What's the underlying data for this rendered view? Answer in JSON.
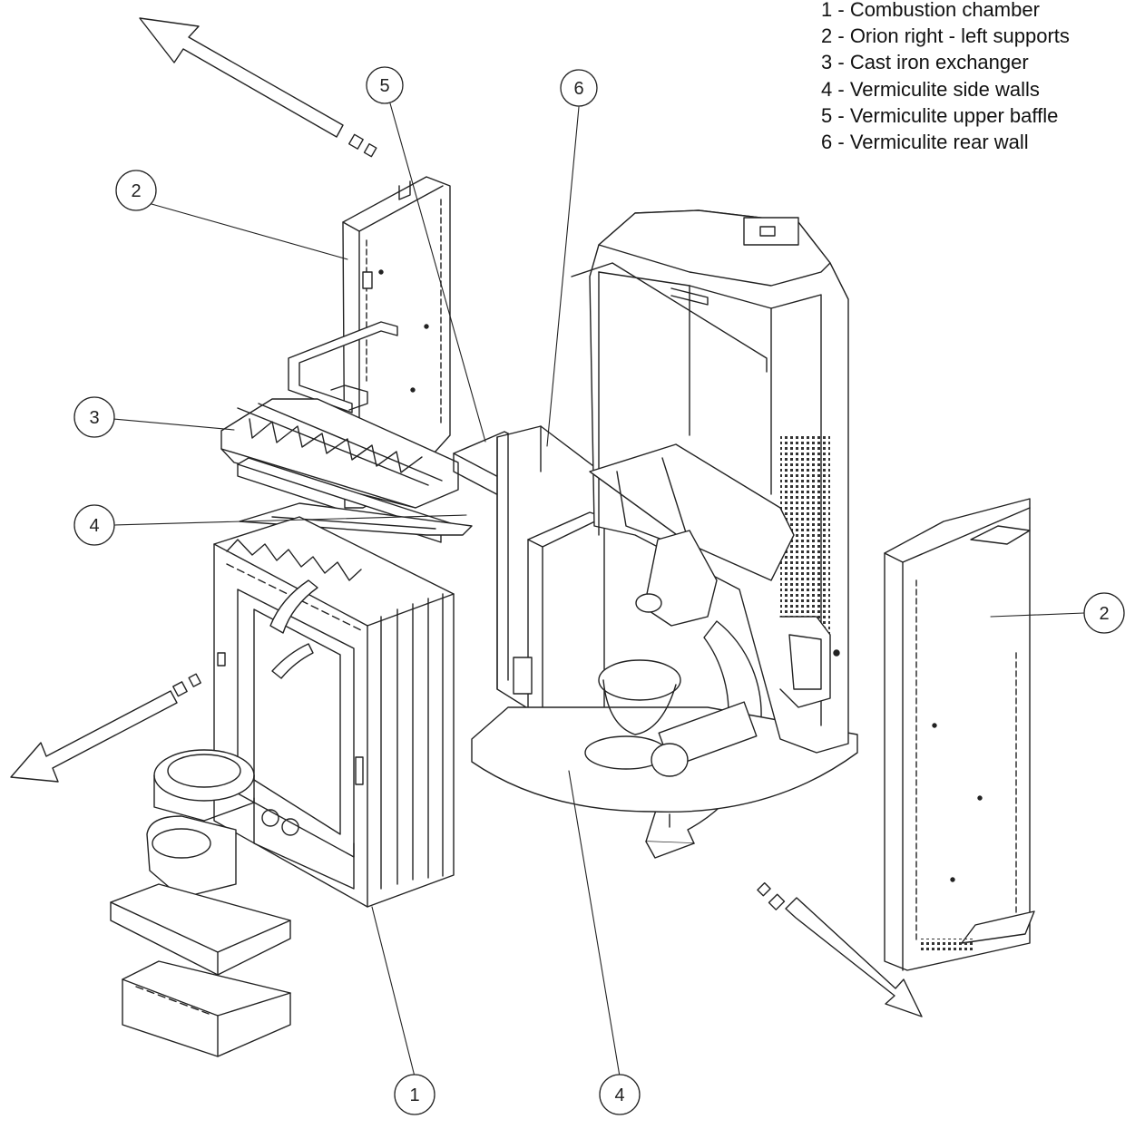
{
  "legend": [
    {
      "num": "1",
      "text": "Combustion chamber"
    },
    {
      "num": "2",
      "text": "Orion right - left supports"
    },
    {
      "num": "3",
      "text": "Cast iron exchanger"
    },
    {
      "num": "4",
      "text": "Vermiculite side walls"
    },
    {
      "num": "5",
      "text": "Vermiculite upper baffle"
    },
    {
      "num": "6",
      "text": "Vermiculite rear wall"
    }
  ],
  "callouts": {
    "c1": "1",
    "c2a": "2",
    "c2b": "2",
    "c3": "3",
    "c4a": "4",
    "c4b": "4",
    "c5": "5",
    "c6": "6"
  },
  "separator": " - "
}
